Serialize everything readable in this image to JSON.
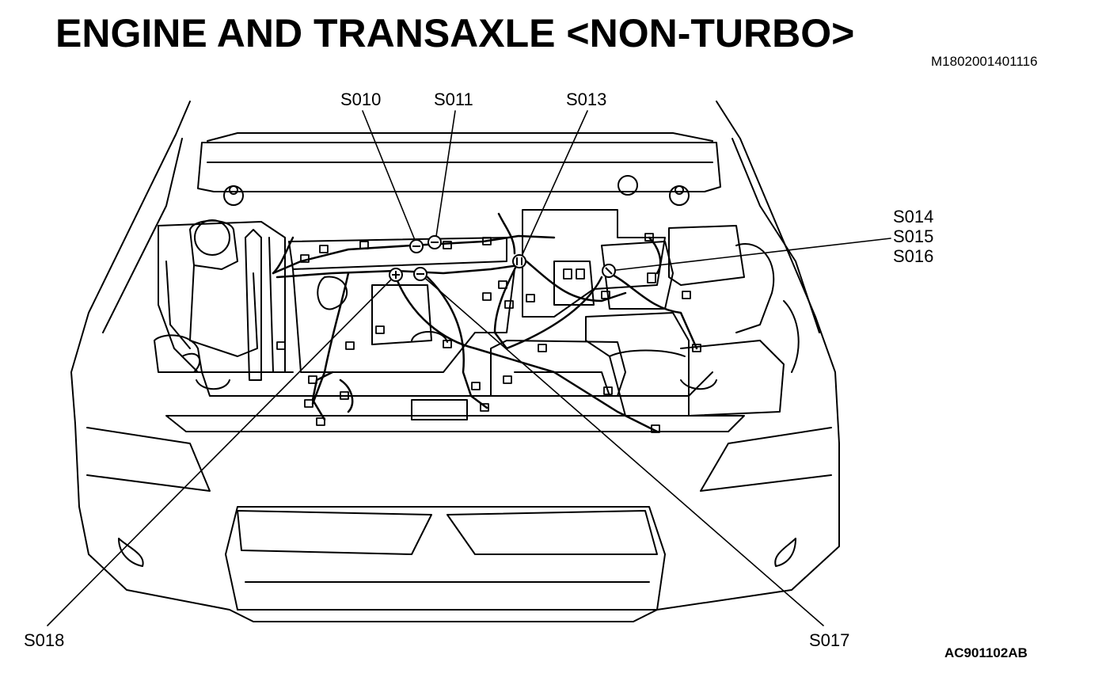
{
  "header": {
    "title": "ENGINE AND TRANSAXLE <NON-TURBO>",
    "doc_id": "M1802001401116"
  },
  "figure_id": "AC901102AB",
  "labels": {
    "s010": "S010",
    "s011": "S011",
    "s013": "S013",
    "s014": "S014",
    "s015": "S015",
    "s016": "S016",
    "s017": "S017",
    "s018": "S018"
  }
}
